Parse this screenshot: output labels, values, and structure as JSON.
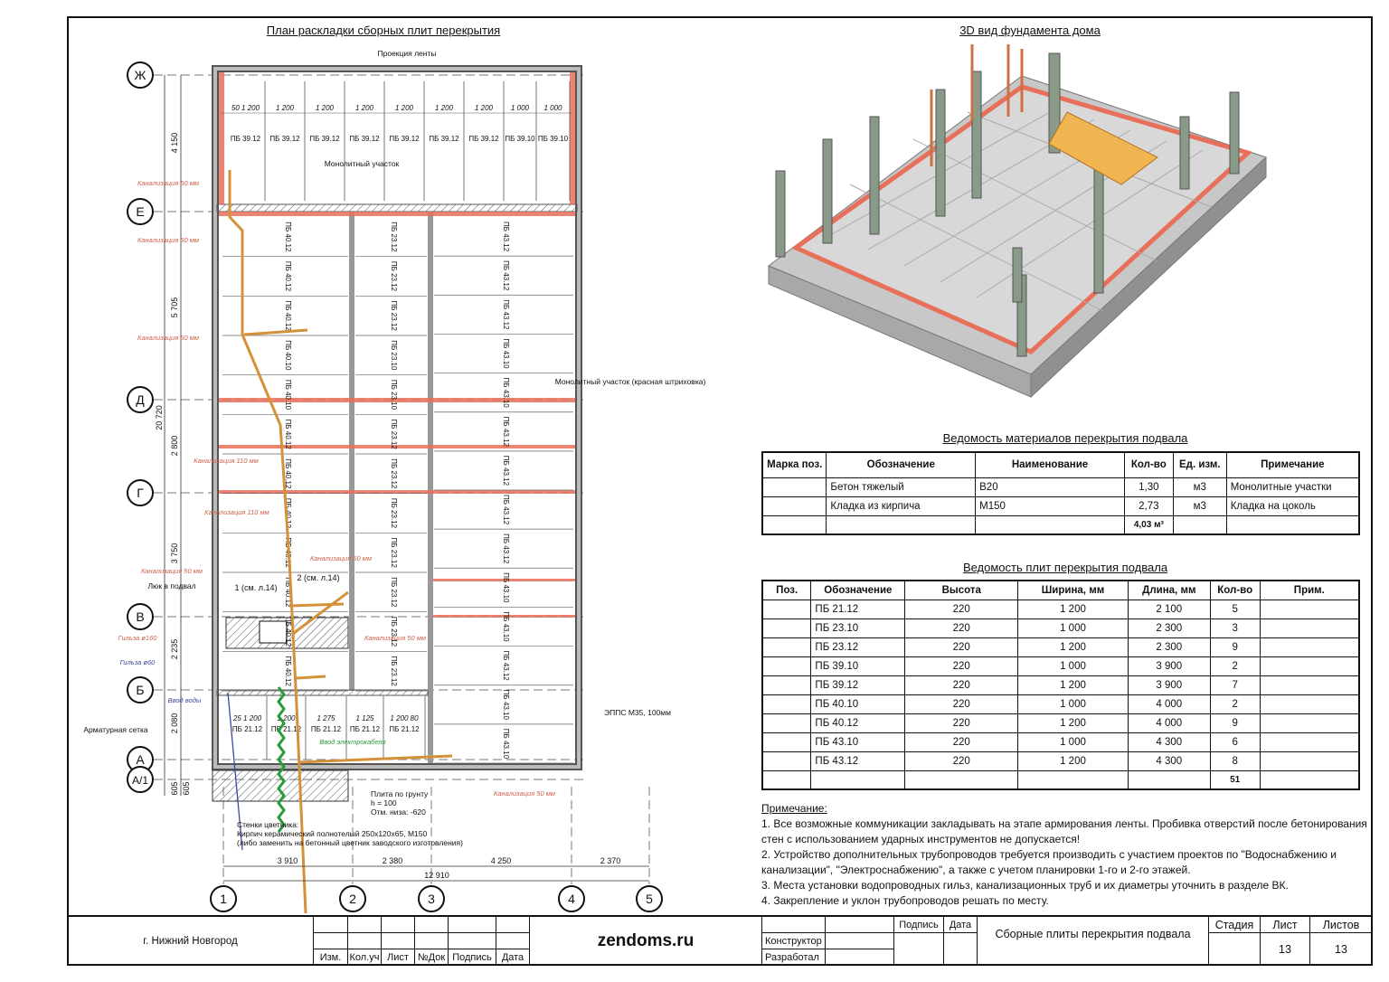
{
  "plan": {
    "title": "План раскладки сборных плит перекрытия",
    "axes_rows": [
      "Ж",
      "Е",
      "Д",
      "Г",
      "В",
      "Б",
      "А",
      "А/1"
    ],
    "axes_cols": [
      "1",
      "2",
      "3",
      "4",
      "5"
    ],
    "top_row_slabs": [
      "ПБ 39.12",
      "ПБ 39.12",
      "ПБ 39.12",
      "ПБ 39.12",
      "ПБ 39.12",
      "ПБ 39.12",
      "ПБ 39.12",
      "ПБ 39.10",
      "ПБ 39.10"
    ],
    "top_row_dims": [
      "50 1 200",
      "1 200",
      "1 200",
      "1 200",
      "1 200",
      "1 200",
      "1 200",
      "1 000",
      "1 000"
    ],
    "col1_slabs": [
      "ПБ 40.12",
      "ПБ 40.12",
      "ПБ 40.12",
      "ПБ 40.10",
      "ПБ 40.10",
      "ПБ 40.12",
      "ПБ 40.12",
      "ПБ 40.12",
      "ПБ 40.12",
      "ПБ 40.12",
      "ПБ 40.12",
      "ПБ 40.12"
    ],
    "col2_slabs": [
      "ПБ 23.12",
      "ПБ 23.12",
      "ПБ 23.12",
      "ПБ 23.10",
      "ПБ 23.10",
      "ПБ 23.12",
      "ПБ 23.12",
      "ПБ 23.12",
      "ПБ 23.12",
      "ПБ 23.12",
      "ПБ 23.12",
      "ПБ 23.12"
    ],
    "col3_slabs": [
      "ПБ 43.12",
      "ПБ 43.12",
      "ПБ 43.12",
      "ПБ 43.10",
      "ПБ 43.10",
      "ПБ 43.12",
      "ПБ 43.12",
      "ПБ 43.12",
      "ПБ 43.12",
      "ПБ 43.10",
      "ПБ 43.10",
      "ПБ 43.12",
      "ПБ 43.10",
      "ПБ 43.10"
    ],
    "bottom_row_slabs": [
      "ПБ 21.12",
      "ПБ 21.12",
      "ПБ 21.12",
      "ПБ 21.12",
      "ПБ 21.12"
    ],
    "bottom_row_dims": [
      "25 1 200",
      "1 200",
      "1 275",
      "1 125",
      "1 200 80"
    ],
    "left_dims": [
      "4 150",
      "5 705",
      "2 800",
      "3 750",
      "2 235",
      "2 080",
      "605",
      "605"
    ],
    "overall_height": "20 720",
    "bottom_dims": [
      "3 910",
      "2 380",
      "4 250",
      "2 370"
    ],
    "overall_width": "12 910",
    "labels": {
      "tape_projection": "Проекция ленты",
      "monolith": "Монолитный участок",
      "monolith_red": "Монолитный участок (красная штриховка)",
      "hatch_access": "Люк в подвал",
      "rebar_mesh": "Арматурная сетка",
      "eps": "ЭППС М35, 100мм",
      "sewer50": "Канализация 50 мм",
      "sewer110": "Канализация 110 мм",
      "sleeve160": "Гильза ø160",
      "sleeve60": "Гильза ø60",
      "water_in": "Ввод воды",
      "cable_in": "Ввод электрокабеля",
      "sect1": "1 (см. л.14)",
      "sect2": "2 (см. л.14)",
      "ground_slab": "Плита по грунту",
      "ground_h": "h = 100",
      "ground_mark": "Отм. низа: -620",
      "flowerbed_1": "Стенки цветника:",
      "flowerbed_2": "Кирпич керамический полнотелый 250x120x65, М150",
      "flowerbed_3": "(либо заменить на бетонный цветник заводского изготовления)"
    }
  },
  "view3d": {
    "title": "3D вид фундамента дома"
  },
  "materials": {
    "title": "Ведомость материалов перекрытия подвала",
    "headers": [
      "Марка поз.",
      "Обозначение",
      "Наименование",
      "Кол-во",
      "Ед. изм.",
      "Примечание"
    ],
    "rows": [
      [
        "",
        "Бетон тяжелый",
        "В20",
        "1,30",
        "м3",
        "Монолитные участки"
      ],
      [
        "",
        "Кладка из кирпича",
        "М150",
        "2,73",
        "м3",
        "Кладка на цоколь"
      ],
      [
        "",
        "",
        "",
        "4,03 м³",
        "",
        ""
      ]
    ]
  },
  "slabs": {
    "title": "Ведомость плит перекрытия подвала",
    "headers": [
      "Поз.",
      "Обозначение",
      "Высота",
      "Ширина, мм",
      "Длина, мм",
      "Кол-во",
      "Прим."
    ],
    "rows": [
      [
        "",
        "ПБ 21.12",
        "220",
        "1 200",
        "2 100",
        "5",
        ""
      ],
      [
        "",
        "ПБ 23.10",
        "220",
        "1 000",
        "2 300",
        "3",
        ""
      ],
      [
        "",
        "ПБ 23.12",
        "220",
        "1 200",
        "2 300",
        "9",
        ""
      ],
      [
        "",
        "ПБ 39.10",
        "220",
        "1 000",
        "3 900",
        "2",
        ""
      ],
      [
        "",
        "ПБ 39.12",
        "220",
        "1 200",
        "3 900",
        "7",
        ""
      ],
      [
        "",
        "ПБ 40.10",
        "220",
        "1 000",
        "4 000",
        "2",
        ""
      ],
      [
        "",
        "ПБ 40.12",
        "220",
        "1 200",
        "4 000",
        "9",
        ""
      ],
      [
        "",
        "ПБ 43.10",
        "220",
        "1 000",
        "4 300",
        "6",
        ""
      ],
      [
        "",
        "ПБ 43.12",
        "220",
        "1 200",
        "4 300",
        "8",
        ""
      ],
      [
        "",
        "",
        "",
        "",
        "",
        "51",
        ""
      ]
    ]
  },
  "notes": {
    "title": "Примечание:",
    "items": [
      "1. Все возможные коммуникации закладывать на этапе армирования ленты. Пробивка отверстий после бетонирования стен с использованием ударных инструментов не допускается!",
      "2. Устройство дополнительных трубопроводов требуется производить с участием проектов по \"Водоснабжению и канализации\", \"Электроснабжению\", а также с учетом планировки 1-го и 2-го этажей.",
      "3. Места установки водопроводных гильз, канализационных труб и их диаметры уточнить в разделе ВК.",
      "4. Закрепление и уклон трубопроводов решать по месту."
    ]
  },
  "titleblock": {
    "city": "г. Нижний Новгород",
    "rev_headers": [
      "Изм.",
      "Кол.уч",
      "Лист",
      "№Док",
      "Подпись",
      "Дата"
    ],
    "site": "zendoms.ru",
    "roles": [
      "Конструктор",
      "Разработал"
    ],
    "sign": "Подпись",
    "date": "Дата",
    "sheet_title": "Сборные плиты перекрытия подвала",
    "stage_label": "Стадия",
    "sheet_label": "Лист",
    "sheets_label": "Листов",
    "sheet": "13",
    "sheets": "13"
  },
  "colors": {
    "wall": "#8a8a8a",
    "monolith": "#e8705a",
    "pipe": "#d4913a",
    "cable": "#2a9a3a",
    "water": "#3a4aa0",
    "dim_red": "#d0604a"
  }
}
